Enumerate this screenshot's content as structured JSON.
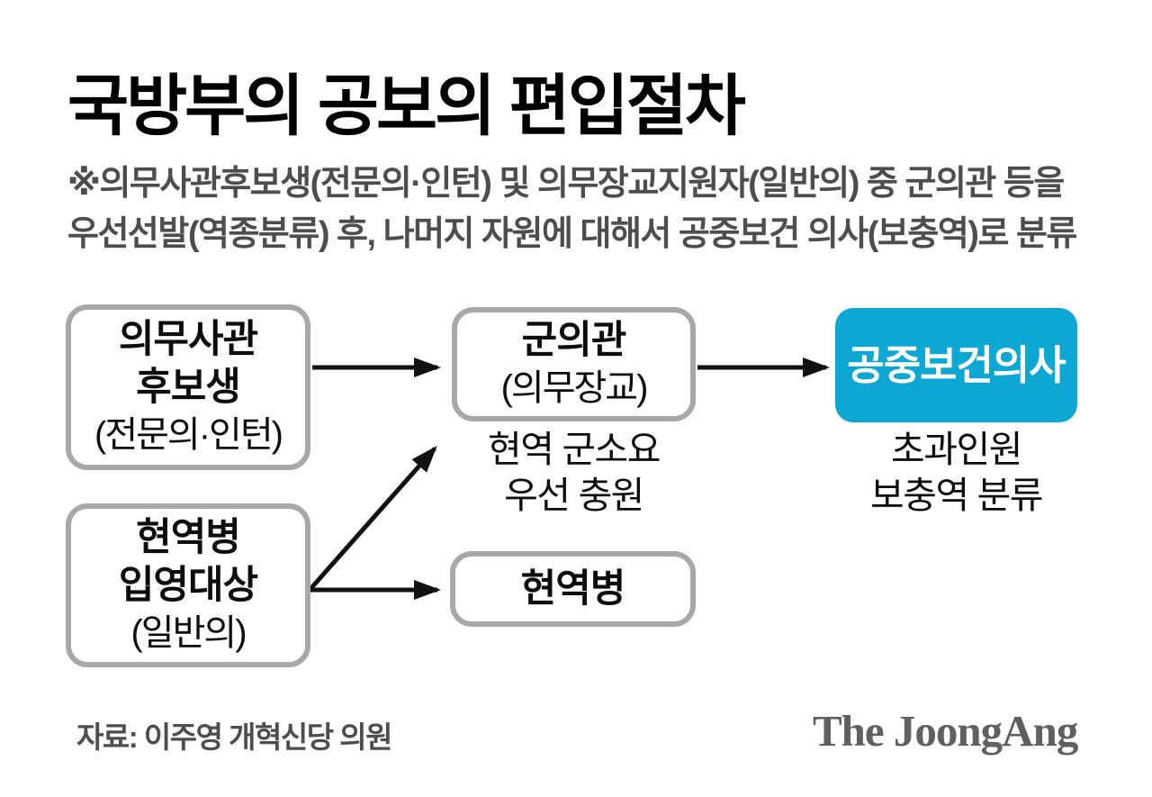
{
  "title": "국방부의 공보의 편입절차",
  "note": {
    "line1": "※의무사관후보생(전문의·인턴) 및 의무장교지원자(일반의) 중 군의관 등을",
    "line2": "우선선발(역종분류) 후, 나머지 자원에 대해서 공중보건 의사(보충역)로 분류"
  },
  "flowchart": {
    "medical_officer_candidate_box": {
      "line1": "의무사관",
      "line2": "후보생",
      "sub": "(전문의·인턴)"
    },
    "enlistment_target_box": {
      "line1": "현역병",
      "line2": "입영대상",
      "sub": "(일반의)"
    },
    "military_doctor_box": {
      "line1": "군의관",
      "sub": "(의무장교)"
    },
    "military_doctor_caption": {
      "line1": "현역 군소요",
      "line2": "우선 충원"
    },
    "active_duty_box": {
      "line1": "현역병"
    },
    "public_health_doctor_box": {
      "line1": "공중보건의사"
    },
    "public_health_doctor_caption": {
      "line1": "초과인원",
      "line2": "보충역 분류"
    }
  },
  "footer": {
    "source": "자료: 이주영 개혁신당 의원",
    "logo": "The JoongAng"
  },
  "colors": {
    "accent_blue": "#0ca7d3",
    "box_border_gray": "#a8a8a8",
    "arrow_black": "#111111",
    "note_gray": "#4d4d4d",
    "logo_gray": "#606060"
  }
}
